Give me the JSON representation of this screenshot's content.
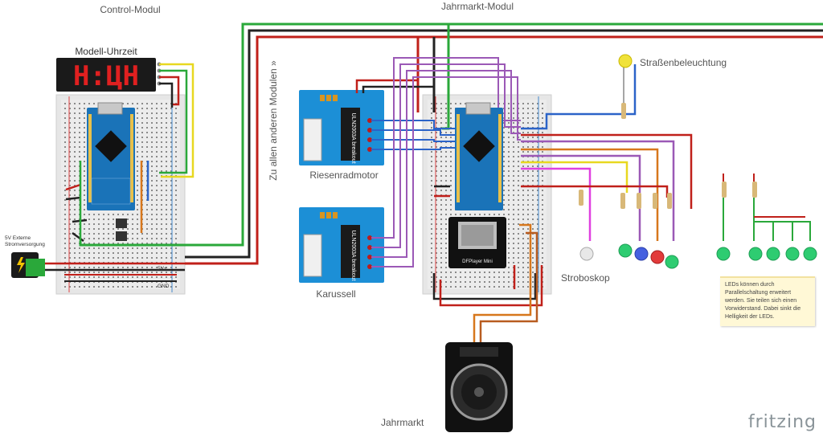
{
  "labels": {
    "control_modul": "Control-Modul",
    "jahrmarkt_modul": "Jahrmarkt-Modul",
    "modell_uhrzeit": "Modell-Uhrzeit",
    "zu_allen": "Zu allen anderen Modulen »",
    "riesenradmotor": "Riesenradmotor",
    "karussell": "Karussell",
    "strassenbeleuchtung": "Straßenbeleuchtung",
    "stroboskop": "Stroboskop",
    "jahrmarkt": "Jahrmarkt",
    "power_line1": "5V Externe",
    "power_line2": "Stromversorgung",
    "v5": "5V+",
    "gnd": "GND",
    "dfplayer": "DFPlayer Mini",
    "uln": "ULN2003A breakout"
  },
  "clock_display": "H:ЦН",
  "note": "LEDs können durch Parallelschaltung erweitert werden. Sie teilen sich einen Vorwiderstand. Dabei sinkt die Helligkeit der LEDs.",
  "brand": "fritzing",
  "colors": {
    "wire_red": "#c0201a",
    "wire_black": "#222222",
    "wire_green": "#2aa83a",
    "wire_blue": "#2b63c8",
    "wire_yellow": "#e8d820",
    "wire_purple": "#9b59b6",
    "wire_orange": "#d7771c",
    "wire_magenta": "#e040e0",
    "board_blue": "#1a73b8",
    "driver_blue": "#1c8fd6"
  }
}
